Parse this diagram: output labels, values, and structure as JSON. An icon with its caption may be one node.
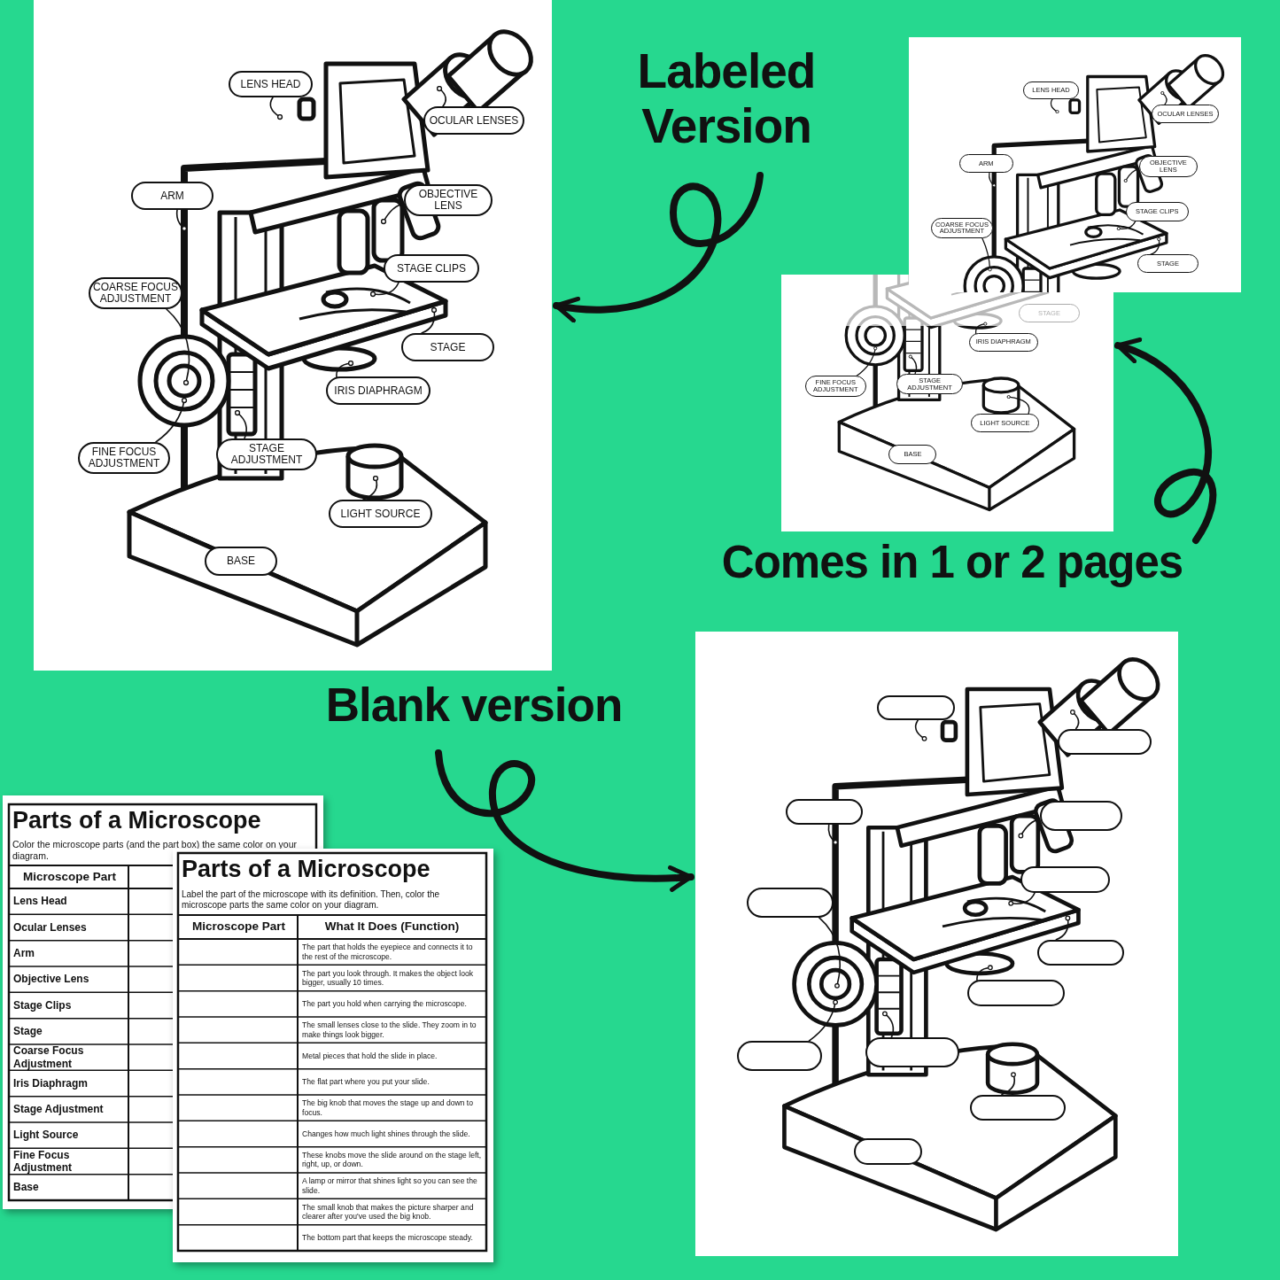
{
  "diagram": {
    "nodes": [
      {
        "text": [],
        "shape": "picture"
      },
      {
        "text": [
          "LENS HEAD"
        ],
        "in": 0
      },
      {
        "text": [
          "OCULAR LENSES"
        ],
        "in": 0
      },
      {
        "text": [
          "ARM"
        ],
        "in": 0
      },
      {
        "text": [
          "OBJECTIVE LENS"
        ],
        "in": 0
      },
      {
        "text": [
          "STAGE CLIPS"
        ],
        "in": 0
      },
      {
        "text": [
          "COARSE FOCUS ADJUSTMENT"
        ],
        "in": 0
      },
      {
        "text": [
          "STAGE"
        ],
        "in": 0
      },
      {
        "text": [
          "IRIS DIAPHRAGM"
        ],
        "in": 0
      },
      {
        "text": [
          "FINE FOCUS ADJUSTMENT"
        ],
        "in": 0
      },
      {
        "text": [
          "STAGE ADJUSTMENT"
        ],
        "in": 0
      },
      {
        "text": [
          "LIGHT SOURCE"
        ],
        "in": 0
      },
      {
        "text": [
          "BASE"
        ],
        "in": 0
      },
      {
        "text": [
          "Labeled Version"
        ]
      },
      {
        "text": [],
        "shape": "picture"
      },
      {
        "text": [
          "LENS HEAD"
        ],
        "in": 14
      },
      {
        "text": [
          "OCULAR LENSES"
        ],
        "in": 14
      },
      {
        "text": [
          "ARM"
        ],
        "in": 14
      },
      {
        "text": [
          "OBJECTIVE LENS"
        ],
        "in": 14
      },
      {
        "text": [
          "STAGE CLIPS"
        ],
        "in": 14
      },
      {
        "text": [
          "COARSE FOCUS ADJUSTMENT"
        ],
        "in": 14
      },
      {
        "text": [
          "STAGE"
        ],
        "in": 14
      },
      {
        "text": [],
        "shape": "picture"
      },
      {
        "text": [
          "STAGE"
        ],
        "in": 22
      },
      {
        "text": [
          "IRIS DIAPHRAGM"
        ],
        "in": 22
      },
      {
        "text": [
          "FINE FOCUS ADJUSTMENT"
        ],
        "in": 22
      },
      {
        "text": [
          "STAGE ADJUSTMENT"
        ],
        "in": 22
      },
      {
        "text": [
          "LIGHT SOURCE"
        ],
        "in": 22
      },
      {
        "text": [
          "BASE"
        ],
        "in": 22
      },
      {
        "text": [
          "Comes in 1 or 2 pages"
        ]
      },
      {
        "text": [
          "Blank version"
        ]
      },
      {
        "text": [],
        "shape": "picture"
      },
      {
        "text": [],
        "shape": "box",
        "in": 31
      },
      {
        "text": [],
        "shape": "box",
        "in": 31
      },
      {
        "text": [],
        "shape": "box",
        "in": 31
      },
      {
        "text": [],
        "shape": "box",
        "in": 31
      },
      {
        "text": [],
        "shape": "box",
        "in": 31
      },
      {
        "text": [],
        "shape": "box",
        "in": 31
      },
      {
        "text": [],
        "shape": "box",
        "in": 31
      },
      {
        "text": [],
        "shape": "box",
        "in": 31
      },
      {
        "text": [],
        "shape": "box",
        "in": 31
      },
      {
        "text": [],
        "shape": "box",
        "in": 31
      },
      {
        "text": [],
        "shape": "box",
        "in": 31
      },
      {
        "text": [],
        "shape": "box",
        "in": 31
      }
    ],
    "edges": [
      {
        "from": 1,
        "to": null,
        "arrow": "other"
      },
      {
        "from": 2,
        "to": null,
        "arrow": "other"
      },
      {
        "from": 3,
        "to": null,
        "arrow": "other"
      },
      {
        "from": 4,
        "to": null,
        "arrow": "other"
      },
      {
        "from": 5,
        "to": null,
        "arrow": "other"
      },
      {
        "from": 6,
        "to": null,
        "arrow": "other"
      },
      {
        "from": 7,
        "to": null,
        "arrow": "other"
      },
      {
        "from": 8,
        "to": null,
        "arrow": "other"
      },
      {
        "from": 9,
        "to": null,
        "arrow": "other"
      },
      {
        "from": 10,
        "to": null,
        "arrow": "other"
      },
      {
        "from": 11,
        "to": null,
        "arrow": "other"
      },
      {
        "from": 13,
        "to": 0,
        "arrow": "to",
        "style": "thick"
      },
      {
        "from": 15,
        "to": null,
        "arrow": "other"
      },
      {
        "from": 16,
        "to": null,
        "arrow": "other"
      },
      {
        "from": 17,
        "to": null,
        "arrow": "other"
      },
      {
        "from": 18,
        "to": null,
        "arrow": "other"
      },
      {
        "from": 19,
        "to": null,
        "arrow": "other"
      },
      {
        "from": 20,
        "to": null,
        "arrow": "other"
      },
      {
        "from": 21,
        "to": null,
        "arrow": "other"
      },
      {
        "from": 24,
        "to": null,
        "arrow": "other"
      },
      {
        "from": 25,
        "to": null,
        "arrow": "other"
      },
      {
        "from": 26,
        "to": null,
        "arrow": "other"
      },
      {
        "from": 27,
        "to": null,
        "arrow": "other"
      },
      {
        "from": 29,
        "to": 22,
        "arrow": "to",
        "style": "thick"
      },
      {
        "from": 30,
        "to": 31,
        "arrow": "to",
        "style": "thick"
      },
      {
        "from": 32,
        "to": null,
        "arrow": "other"
      },
      {
        "from": 33,
        "to": null,
        "arrow": "other"
      },
      {
        "from": 34,
        "to": null,
        "arrow": "other"
      },
      {
        "from": 35,
        "to": null,
        "arrow": "other"
      },
      {
        "from": 36,
        "to": null,
        "arrow": "other"
      },
      {
        "from": 37,
        "to": null,
        "arrow": "other"
      },
      {
        "from": 38,
        "to": null,
        "arrow": "other"
      },
      {
        "from": 39,
        "to": null,
        "arrow": "other"
      },
      {
        "from": 40,
        "to": null,
        "arrow": "other"
      },
      {
        "from": 41,
        "to": null,
        "arrow": "other"
      },
      {
        "from": 42,
        "to": null,
        "arrow": "other"
      }
    ],
    "labels": [
      "Parts of a Microscope",
      "Color the microscope parts (and the part box) the same color on your diagram.",
      "Microscope Part",
      "Lens Head",
      "Ocular Lenses",
      "Arm",
      "Objective Lens",
      "Stage Clips",
      "Stage",
      "Coarse Focus Adjustment",
      "Iris Diaphragm",
      "Stage Adjustment",
      "Light Source",
      "Fine Focus Adjustment",
      "Base",
      "Parts of a Microscope",
      "Label the part of the microscope with its definition. Then, color the microscope parts the same color on your diagram.",
      "Microscope Part",
      "What It Does (Function)",
      "The part that holds the eyepiece and connects it to the rest of the microscope.",
      "The part you look through. It makes the object look bigger, usually 10 times.",
      "The part you hold when carrying the microscope.",
      "The small lenses close to the slide. They zoom in to make things look bigger.",
      "Metal pieces that hold the slide in place.",
      "The flat part where you put your slide.",
      "The big knob that moves the stage up and down to focus.",
      "Changes how much light shines through the slide.",
      "These knobs move the slide around on the stage left, right, up, or down.",
      "A lamp or mirror that shines light so you can see the slide.",
      "The small knob that makes the picture sharper and clearer after you've used the big knob.",
      "The bottom part that keeps the microscope steady."
    ]
  }
}
